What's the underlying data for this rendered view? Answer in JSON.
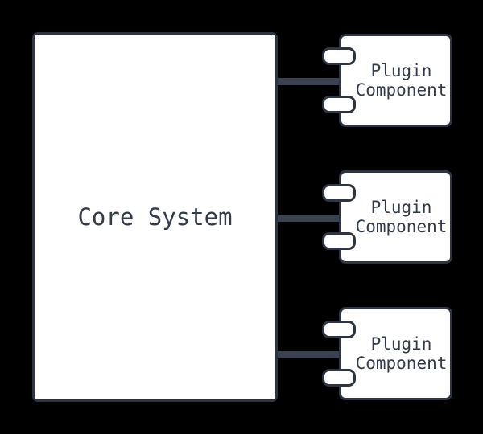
{
  "diagram": {
    "type": "component-architecture",
    "background": "#000000"
  },
  "colors": {
    "background": "#000000",
    "node_fill": "#ffffff",
    "node_stroke": "#2d3442",
    "connector": "#3a4150",
    "text": "#323b4b"
  },
  "core": {
    "label": "Core System"
  },
  "plugins": [
    {
      "label": "Plugin Component",
      "ports": 2
    },
    {
      "label": "Plugin Component",
      "ports": 2
    },
    {
      "label": "Plugin Component",
      "ports": 2
    }
  ]
}
